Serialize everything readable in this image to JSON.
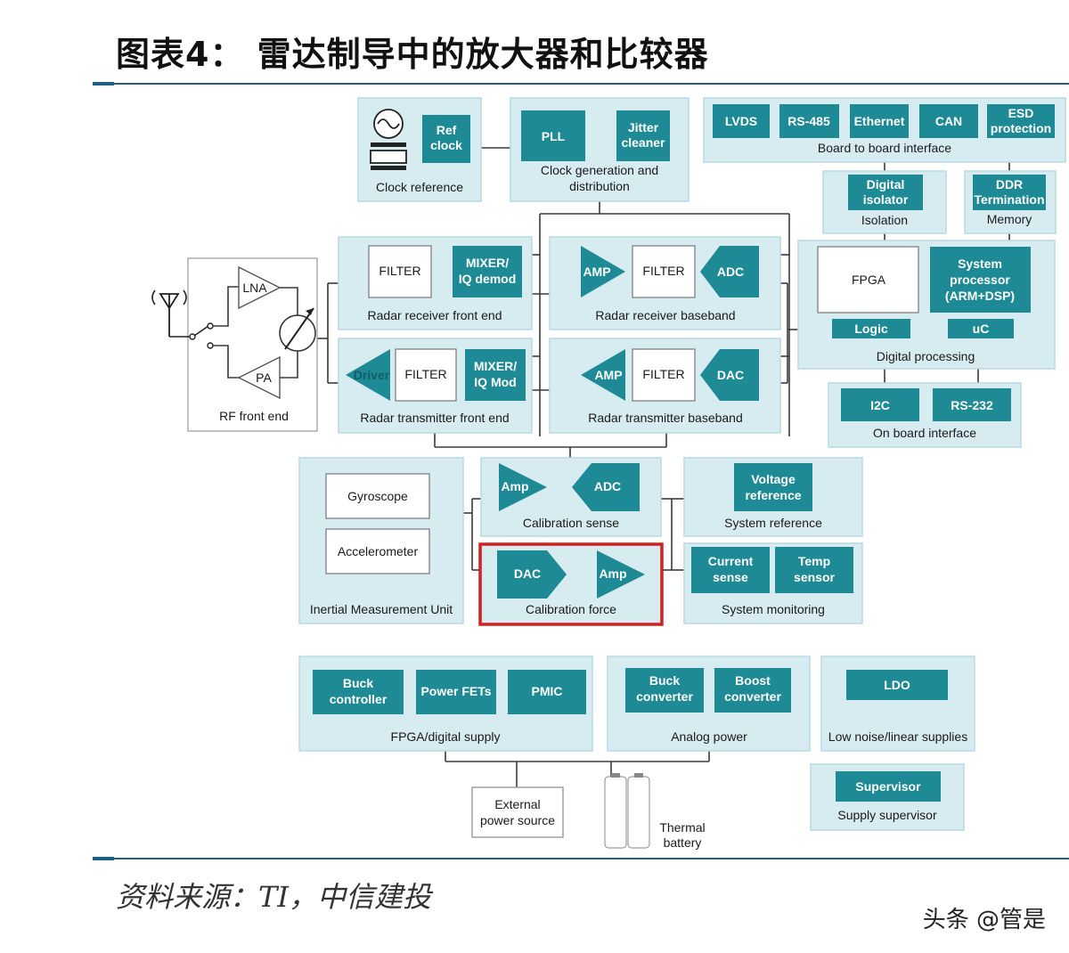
{
  "title": "图表4：  雷达制导中的放大器和比较器",
  "source": "资料来源：TI，中信建投",
  "watermark": "头条 @管是",
  "colors": {
    "accent": "#1d8a96",
    "panel": "#d7ecf1",
    "highlight": "#d42020",
    "rule": "#1f5f85"
  },
  "clock_ref": {
    "ref_clock_1": "Ref",
    "ref_clock_2": "clock",
    "label": "Clock reference",
    "icon": "oscillator-icon"
  },
  "clock_gen": {
    "pll": "PLL",
    "jitter_1": "Jitter",
    "jitter_2": "cleaner",
    "label_1": "Clock generation and",
    "label_2": "distribution"
  },
  "b2b": {
    "lvds": "LVDS",
    "rs485": "RS-485",
    "ethernet": "Ethernet",
    "can": "CAN",
    "esd_1": "ESD",
    "esd_2": "protection",
    "label": "Board to board interface"
  },
  "isolation": {
    "chip_1": "Digital",
    "chip_2": "isolator",
    "label": "Isolation"
  },
  "memory": {
    "chip_1": "DDR",
    "chip_2": "Termination",
    "label": "Memory"
  },
  "rf_front": {
    "lna": "LNA",
    "pa": "PA",
    "label": "RF front end",
    "antenna_icon": "antenna-icon"
  },
  "rx_front": {
    "filter": "FILTER",
    "mixer_1": "MIXER/",
    "mixer_2": "IQ demod",
    "label": "Radar receiver front end"
  },
  "rx_base": {
    "amp": "AMP",
    "filter": "FILTER",
    "adc": "ADC",
    "label": "Radar receiver baseband"
  },
  "tx_front": {
    "driver": "Driver",
    "filter": "FILTER",
    "mixer_1": "MIXER/",
    "mixer_2": "IQ Mod",
    "label": "Radar transmitter front end"
  },
  "tx_base": {
    "amp": "AMP",
    "filter": "FILTER",
    "dac": "DAC",
    "label": "Radar transmitter baseband"
  },
  "digital": {
    "fpga": "FPGA",
    "sys_1": "System",
    "sys_2": "processor",
    "sys_3": "(ARM+DSP)",
    "logic": "Logic",
    "uc": "uC",
    "label": "Digital processing"
  },
  "onboard": {
    "i2c": "I2C",
    "rs232": "RS-232",
    "label": "On board interface"
  },
  "imu": {
    "gyro": "Gyroscope",
    "accel": "Accelerometer",
    "label": "Inertial Measurement Unit"
  },
  "cal_sense": {
    "amp": "Amp",
    "adc": "ADC",
    "label": "Calibration sense"
  },
  "cal_force": {
    "dac": "DAC",
    "amp": "Amp",
    "label": "Calibration force"
  },
  "sys_ref": {
    "chip_1": "Voltage",
    "chip_2": "reference",
    "label": "System reference"
  },
  "sys_mon": {
    "cur_1": "Current",
    "cur_2": "sense",
    "temp_1": "Temp",
    "temp_2": "sensor",
    "label": "System monitoring"
  },
  "fpga_supply": {
    "buck_1": "Buck",
    "buck_2": "controller",
    "fets": "Power FETs",
    "pmic": "PMIC",
    "label": "FPGA/digital supply"
  },
  "analog_power": {
    "buck_1": "Buck",
    "buck_2": "converter",
    "boost_1": "Boost",
    "boost_2": "converter",
    "label": "Analog power"
  },
  "ldo": {
    "chip": "LDO",
    "label": "Low noise/linear supplies"
  },
  "supervisor": {
    "chip": "Supervisor",
    "label": "Supply supervisor"
  },
  "ext_power": {
    "label_1": "External",
    "label_2": "power source"
  },
  "battery": {
    "label_1": "Thermal",
    "label_2": "battery",
    "icon": "battery-icon"
  }
}
